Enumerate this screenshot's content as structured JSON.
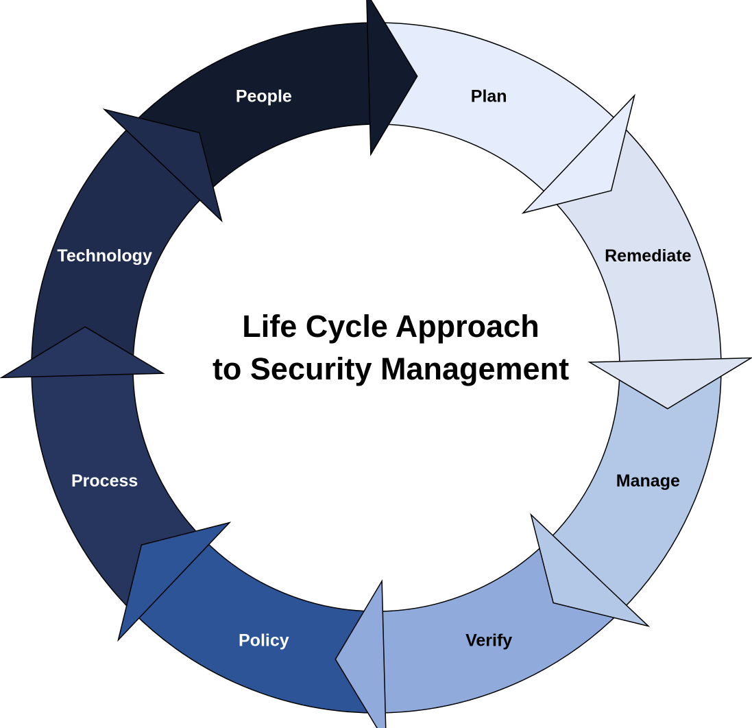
{
  "title": {
    "line1": "Life Cycle Approach",
    "line2": "to Security Management"
  },
  "cycle": {
    "stages": [
      {
        "label": "People",
        "fill": "#121a2e",
        "text_color": "#ffffff"
      },
      {
        "label": "Plan",
        "fill": "#e5ecfb",
        "text_color": "#000000"
      },
      {
        "label": "Remediate",
        "fill": "#dbe3f3",
        "text_color": "#000000"
      },
      {
        "label": "Manage",
        "fill": "#b3c8e6",
        "text_color": "#000000"
      },
      {
        "label": "Verify",
        "fill": "#8faadb",
        "text_color": "#000000"
      },
      {
        "label": "Policy",
        "fill": "#2c5496",
        "text_color": "#ffffff"
      },
      {
        "label": "Process",
        "fill": "#26365e",
        "text_color": "#ffffff"
      },
      {
        "label": "Technology",
        "fill": "#1f2c4d",
        "text_color": "#ffffff"
      }
    ]
  }
}
